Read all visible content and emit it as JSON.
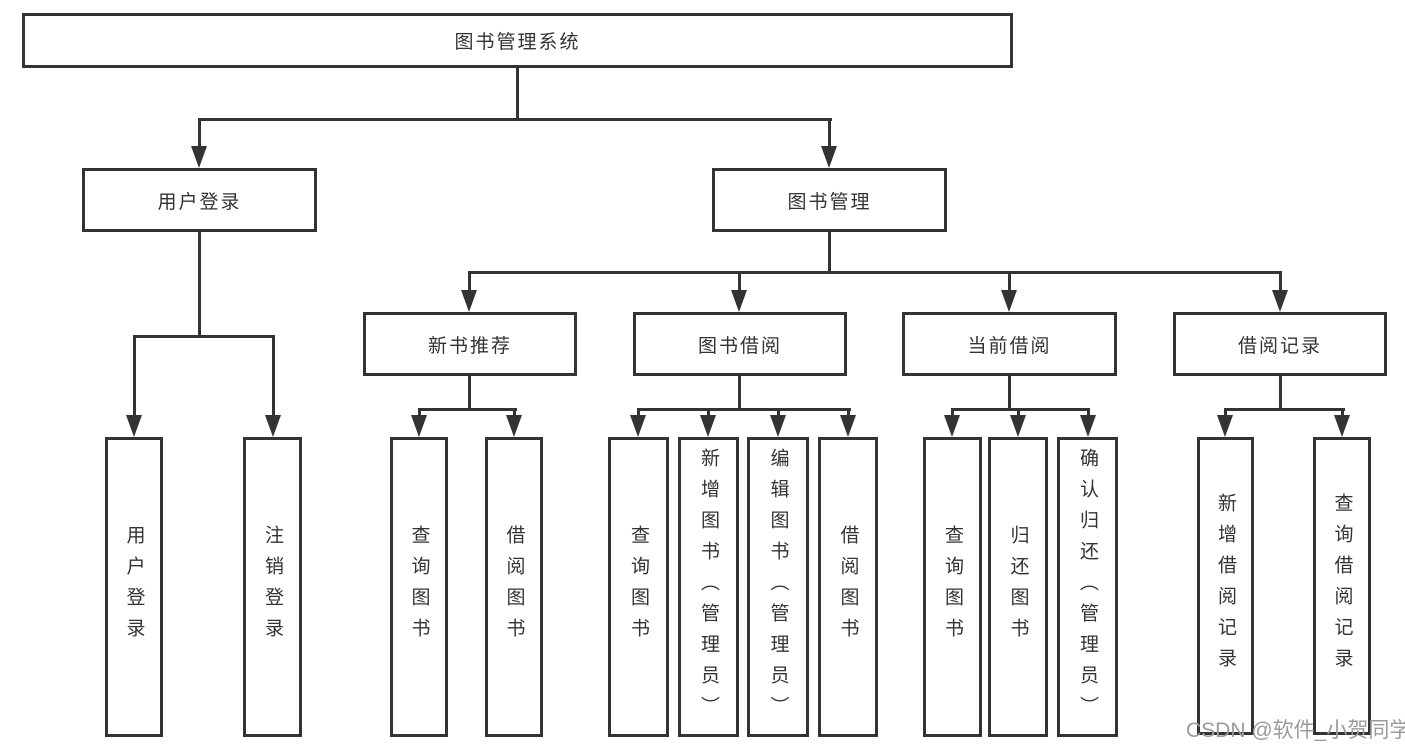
{
  "diagram": {
    "title": "图书管理系统",
    "branches": [
      {
        "label": "用户登录",
        "children": [
          {
            "label": "用户登录"
          },
          {
            "label": "注销登录"
          }
        ]
      },
      {
        "label": "图书管理",
        "children": [
          {
            "label": "新书推荐",
            "children": [
              {
                "label": "查询图书"
              },
              {
                "label": "借阅图书"
              }
            ]
          },
          {
            "label": "图书借阅",
            "children": [
              {
                "label": "查询图书"
              },
              {
                "label": "新增图书（管理员）"
              },
              {
                "label": "编辑图书（管理员）"
              },
              {
                "label": "借阅图书"
              }
            ]
          },
          {
            "label": "当前借阅",
            "children": [
              {
                "label": "查询图书"
              },
              {
                "label": "归还图书"
              },
              {
                "label": "确认归还（管理员）"
              }
            ]
          },
          {
            "label": "借阅记录",
            "children": [
              {
                "label": "新增借阅记录"
              },
              {
                "label": "查询借阅记录"
              }
            ]
          }
        ]
      }
    ]
  },
  "watermark": "CSDN @软件_小贺同学",
  "colors": {
    "line": "#333333",
    "text": "#333333",
    "watermark": "#9b9b9b",
    "background": "#ffffff"
  }
}
